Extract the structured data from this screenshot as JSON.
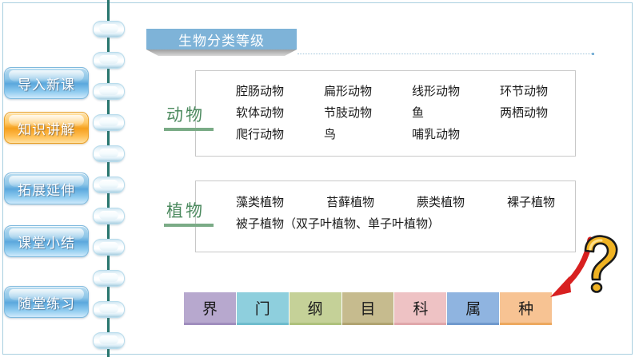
{
  "slide": {
    "title": "生物分类等级",
    "frame_color": "#a9cfe0",
    "background": "#ffffff"
  },
  "sidebar": {
    "items": [
      {
        "label": "导入新课",
        "state": "inactive",
        "color": "#5ba8dd"
      },
      {
        "label": "知识讲解",
        "state": "active",
        "color": "#f5a01e"
      },
      {
        "label": "拓展延伸",
        "state": "inactive",
        "color": "#5ba8dd"
      },
      {
        "label": "课堂小结",
        "state": "inactive",
        "color": "#5ba8dd"
      },
      {
        "label": "随堂练习",
        "state": "inactive",
        "color": "#5ba8dd"
      }
    ]
  },
  "groups": [
    {
      "name": "动物",
      "label_color": "#4c8a5f",
      "rows": [
        [
          "腔肠动物",
          "扁形动物",
          "线形动物",
          "环节动物"
        ],
        [
          "软体动物",
          "节肢动物",
          "鱼",
          "两栖动物"
        ],
        [
          "爬行动物",
          "鸟",
          "哺乳动物",
          ""
        ]
      ]
    },
    {
      "name": "植物",
      "label_color": "#4c8a5f",
      "rows": [
        [
          "藻类植物",
          "苔藓植物",
          "蕨类植物",
          "裸子植物"
        ],
        [
          "被子植物（双子叶植物、单子叶植物）"
        ]
      ]
    }
  ],
  "rank_bar": {
    "cells": [
      {
        "label": "界",
        "fill": "#b7a8ce",
        "edge": "#9f8dbd"
      },
      {
        "label": "门",
        "fill": "#8ecfdd",
        "edge": "#6fbccd"
      },
      {
        "label": "纲",
        "fill": "#c5d198",
        "edge": "#aec17c"
      },
      {
        "label": "目",
        "fill": "#c6bb8e",
        "edge": "#b0a371"
      },
      {
        "label": "科",
        "fill": "#eec2c4",
        "edge": "#e0a7aa"
      },
      {
        "label": "属",
        "fill": "#8fb4e0",
        "edge": "#7099cd"
      },
      {
        "label": "种",
        "fill": "#f7c393",
        "edge": "#eda85f"
      }
    ]
  },
  "annotations": {
    "question_mark": {
      "name": "question-mark",
      "fill": "#f0b323",
      "stroke": "#1a1a1a"
    },
    "arrow": {
      "name": "red-arrow",
      "color": "#d82020",
      "points_to": "种"
    }
  }
}
